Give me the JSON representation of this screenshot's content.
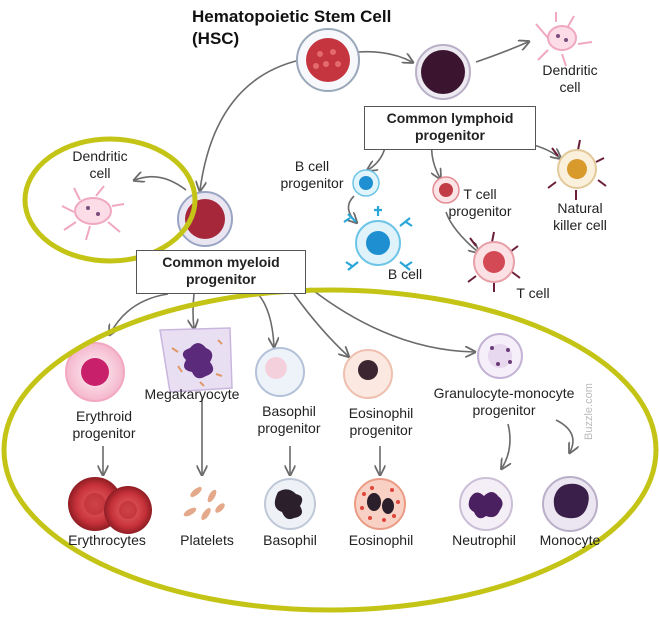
{
  "title": {
    "line1": "Hematopoietic Stem Cell",
    "line2": "(HSC)"
  },
  "boxes": {
    "lymphoid": {
      "line1": "Common lymphoid",
      "line2": "progenitor"
    },
    "myeloid": {
      "line1": "Common myeloid",
      "line2": "progenitor"
    }
  },
  "labels": {
    "dendritic_top": {
      "line1": "Dendritic",
      "line2": "cell"
    },
    "dendritic_left": {
      "line1": "Dendritic",
      "line2": "cell"
    },
    "b_cell_progenitor": {
      "line1": "B cell",
      "line2": "progenitor"
    },
    "t_cell_progenitor": {
      "line1": "T cell",
      "line2": "progenitor"
    },
    "natural_killer": {
      "line1": "Natural",
      "line2": "killer cell"
    },
    "b_cell": "B cell",
    "t_cell": "T cell",
    "erythroid": {
      "line1": "Erythroid",
      "line2": "progenitor"
    },
    "megakaryocyte": "Megakaryocyte",
    "basophil_progenitor": {
      "line1": "Basophil",
      "line2": "progenitor"
    },
    "eosinophil_progenitor": {
      "line1": "Eosinophil",
      "line2": "progenitor"
    },
    "granulocyte_monocyte": {
      "line1": "Granulocyte-monocyte",
      "line2": "progenitor"
    },
    "erythrocytes": "Erythrocytes",
    "platelets": "Platelets",
    "basophil": "Basophil",
    "eosinophil": "Eosinophil",
    "neutrophil": "Neutrophil",
    "monocyte": "Monocyte"
  },
  "watermark": "Buzzle.com",
  "colors": {
    "highlight": "#c4c417",
    "arrow": "#6b6b6b",
    "rbc": "#c8323a",
    "nucleus_purple": "#5a2a5e"
  }
}
